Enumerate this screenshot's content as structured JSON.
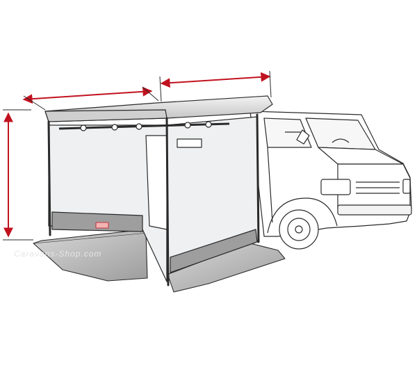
{
  "watermark": "Caravans-Shop.com",
  "colors": {
    "dimension_arrow": "#c1121f",
    "outline": "#2a2a2a",
    "mesh": "#e9ecef",
    "skirt": "#bdbdbd",
    "skirt_dark": "#8f8f8f",
    "awning_case": "#dcdcdc",
    "van_body": "#ffffff"
  },
  "dimensions": [
    "awning-width-arrow",
    "van-length-arrow",
    "awning-height-arrow"
  ]
}
